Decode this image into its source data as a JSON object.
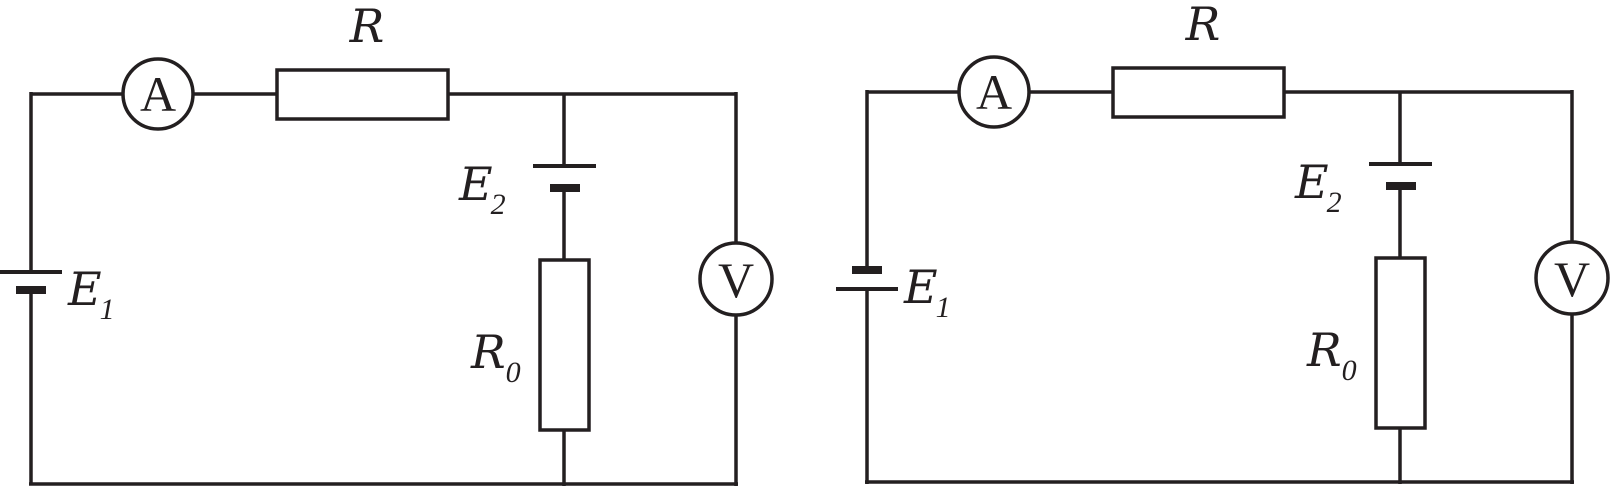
{
  "circuits": [
    {
      "resistor_label": "R",
      "ammeter_letter": "A",
      "voltmeter_letter": "V",
      "e2": {
        "main": "E",
        "sub": "2"
      },
      "e1": {
        "main": "E",
        "sub": "1"
      },
      "r0": {
        "main": "R",
        "sub": "0"
      }
    },
    {
      "resistor_label": "R",
      "ammeter_letter": "A",
      "voltmeter_letter": "V",
      "e2": {
        "main": "E",
        "sub": "2"
      },
      "e1": {
        "main": "E",
        "sub": "1"
      },
      "r0": {
        "main": "R",
        "sub": "0"
      }
    }
  ]
}
